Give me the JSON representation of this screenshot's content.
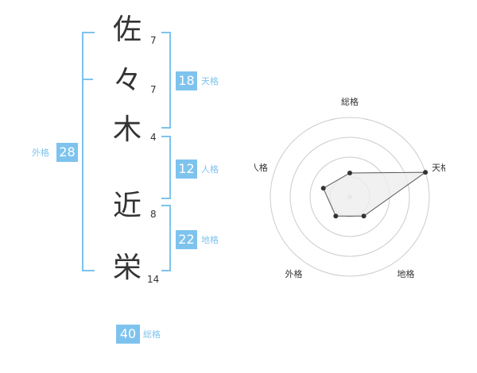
{
  "name": {
    "chars": [
      "佐",
      "々",
      "木",
      "近",
      "栄"
    ],
    "strokes": [
      "7",
      "7",
      "4",
      "8",
      "14"
    ]
  },
  "scores": {
    "tenkaku": {
      "value": "18",
      "label": "天格"
    },
    "jinkaku": {
      "value": "12",
      "label": "人格"
    },
    "chikaku": {
      "value": "22",
      "label": "地格"
    },
    "gaikaku": {
      "value": "28",
      "label": "外格"
    },
    "soukaku": {
      "value": "40",
      "label": "総格"
    }
  },
  "radar": {
    "axes": [
      "総格",
      "天格",
      "地格",
      "外格",
      "人格"
    ],
    "values": [
      0.3,
      1.0,
      0.3,
      0.3,
      0.35
    ],
    "grid_rings": 4,
    "colors": {
      "grid": "#cccccc",
      "fill": "#eeeeee",
      "line": "#555555",
      "point": "#333333"
    }
  },
  "colors": {
    "accent": "#7ec3ee",
    "text": "#333333"
  }
}
